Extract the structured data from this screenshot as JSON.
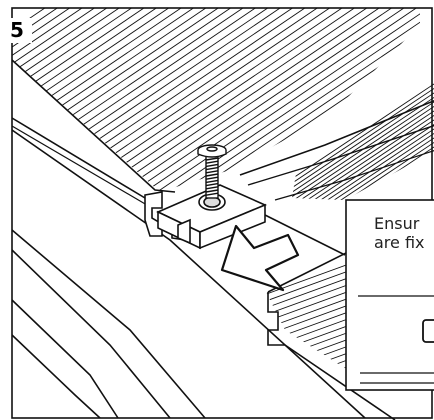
{
  "step": {
    "number": "5"
  },
  "callout": {
    "line1": "Ensur",
    "line2": "are fix"
  },
  "colors": {
    "ink": "#111111",
    "background": "#ffffff"
  },
  "icons": [
    "screw-icon",
    "arrow-icon",
    "clip-icon",
    "socket-icon"
  ]
}
